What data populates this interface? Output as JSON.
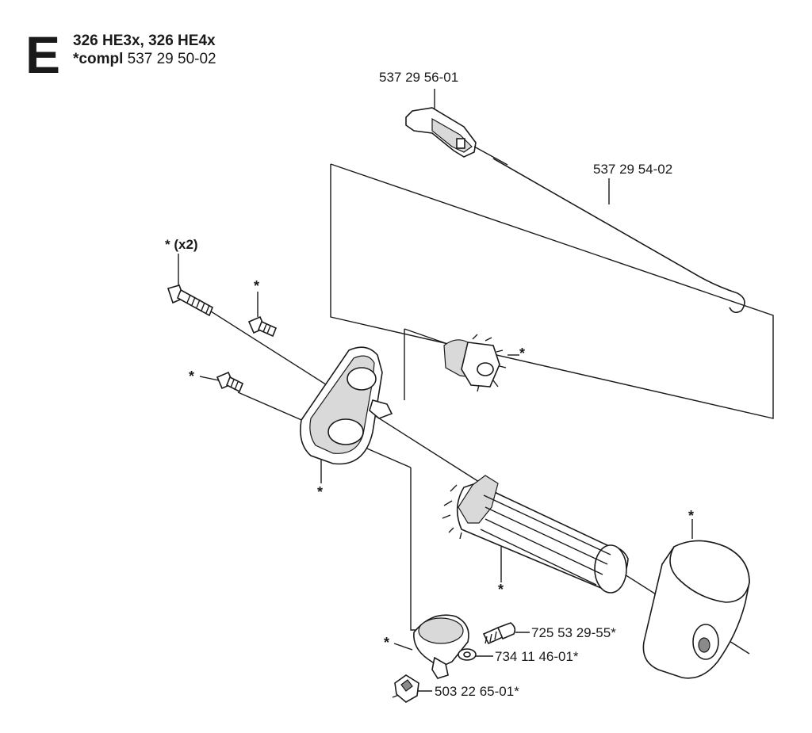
{
  "header": {
    "section_letter": "E",
    "models": "326 HE3x, 326 HE4x",
    "compl_prefix": "*compl",
    "compl_number": "537 29 50-02"
  },
  "parts": {
    "throttle_trigger": "537 29 56-01",
    "throttle_rod": "537 29 54-02",
    "screw_x2": "* (x2)",
    "screw_small": "*",
    "screw_lower": "*",
    "gear_small": "*",
    "housing": "*",
    "handle_tube": "*",
    "grip_pad": "*",
    "clamp": "*",
    "screw_725": "725 53 29-55*",
    "washer_734": "734 11 46-01*",
    "nut_503": "503 22 65-01*"
  }
}
